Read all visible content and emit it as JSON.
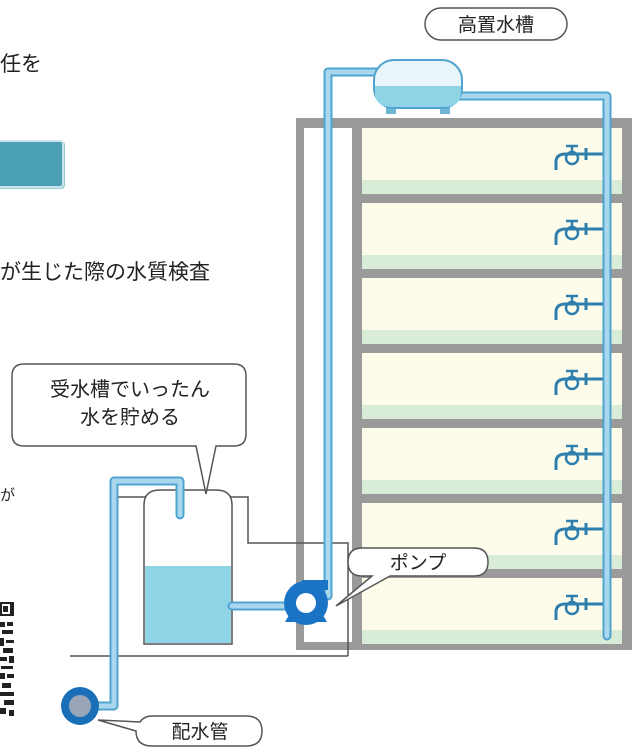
{
  "left_text": {
    "line1": "任を",
    "line2": "が生じた際の水質検査",
    "line3": "が"
  },
  "labels": {
    "elevated_tank": "高置水槽",
    "receiving_tank_line1": "受水槽でいったん",
    "receiving_tank_line2": "水を貯める",
    "pump": "ポンプ",
    "water_main": "配水管"
  },
  "floors": [
    {
      "icon": "faucet-icon"
    },
    {
      "icon": "faucet-icon"
    },
    {
      "icon": "faucet-icon"
    },
    {
      "icon": "faucet-icon"
    },
    {
      "icon": "faucet-icon"
    },
    {
      "icon": "faucet-icon"
    },
    {
      "icon": "faucet-icon"
    }
  ],
  "colors": {
    "pipe_fill": "#a9d8ee",
    "pipe_stroke": "#4fa3cf",
    "water": "#8fd3e6",
    "floor_bg": "#fdfbea",
    "floor_band": "#d9ecd8",
    "frame": "#9a9a9a",
    "pump": "#1a73c5",
    "button_teal": "#4b9fb2"
  }
}
